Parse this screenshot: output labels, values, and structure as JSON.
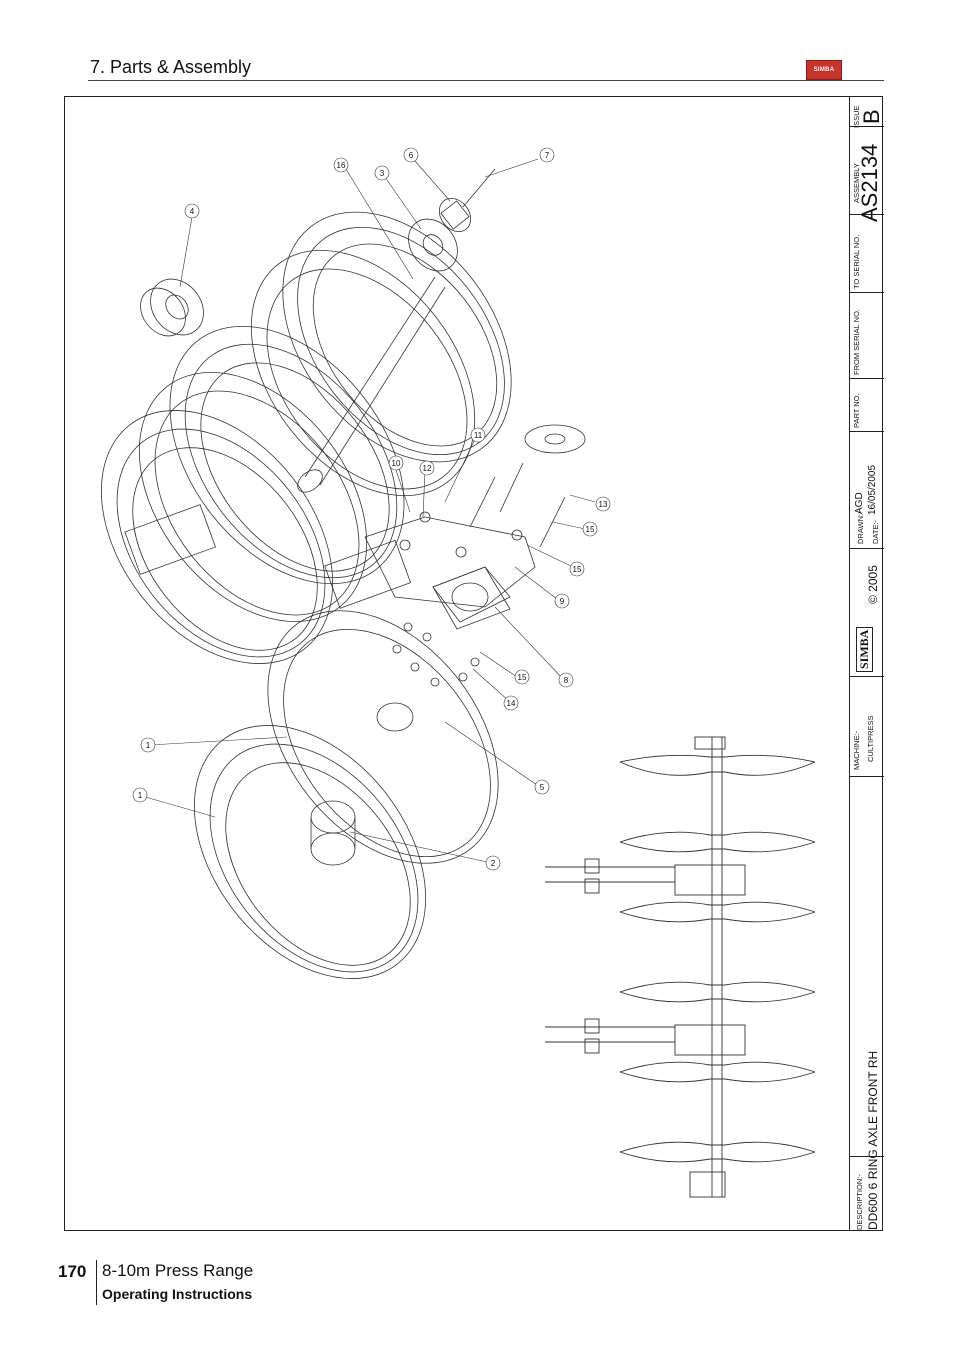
{
  "header": {
    "section_title": "7. Parts & Assembly",
    "logo_text": "SIMBA"
  },
  "title_block": {
    "issue_label": "ISSUE",
    "issue_value": "B",
    "assembly_label": "ASSEMBLY",
    "assembly_value": "AS2134",
    "to_serial_label": "TO SERIAL NO.",
    "from_serial_label": "FROM SERIAL NO.",
    "part_no_label": "PART NO.",
    "drawn_label": "DRAWN:-",
    "drawn_value": "AGD",
    "date_label": "DATE:-",
    "date_value": "16/05/2005",
    "copyright": "© 2005",
    "brand": "SIMBA",
    "machine_label": "MACHINE:-",
    "machine_value": "CULTIPRESS",
    "description_label": "DESCRIPTION:-",
    "description_value": "DD600 6 RING AXLE FRONT RH"
  },
  "callouts": [
    "16",
    "6",
    "3",
    "7",
    "4",
    "11",
    "10",
    "12",
    "13",
    "15",
    "15",
    "9",
    "8",
    "15",
    "14",
    "1",
    "1",
    "5",
    "2"
  ],
  "footer": {
    "page_number": "170",
    "product": "8-10m Press Range",
    "subtitle": "Operating Instructions"
  }
}
